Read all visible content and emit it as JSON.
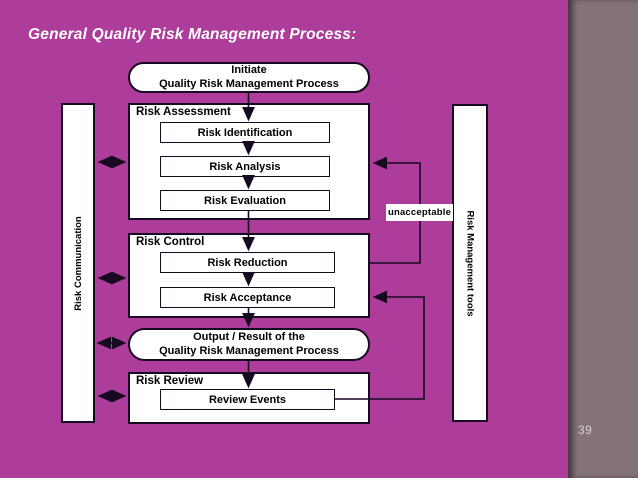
{
  "slide": {
    "title": "General Quality Risk Management Process:",
    "page_number": "39"
  },
  "diagram": {
    "start_oval": {
      "line1": "Initiate",
      "line2": "Quality Risk Management Process"
    },
    "risk_assessment": {
      "label": "Risk Assessment",
      "steps": [
        "Risk Identification",
        "Risk Analysis",
        "Risk Evaluation"
      ]
    },
    "risk_control": {
      "label": "Risk Control",
      "steps": [
        "Risk Reduction",
        "Risk Acceptance"
      ]
    },
    "output_oval": {
      "line1": "Output / Result of the",
      "line2": "Quality Risk Management Process"
    },
    "risk_review": {
      "label": "Risk Review",
      "steps": [
        "Review Events"
      ]
    },
    "left_bar": {
      "label": "Risk Communication"
    },
    "right_bar": {
      "label": "Risk Management tools"
    },
    "feedback_label": "unacceptable"
  },
  "colors": {
    "background": "#ad3c9b",
    "strip_dark": "#675d62",
    "strip_light": "#a2969b",
    "box_fill": "#ffffff",
    "line": "#17091f",
    "title_text": "#ffffff"
  }
}
